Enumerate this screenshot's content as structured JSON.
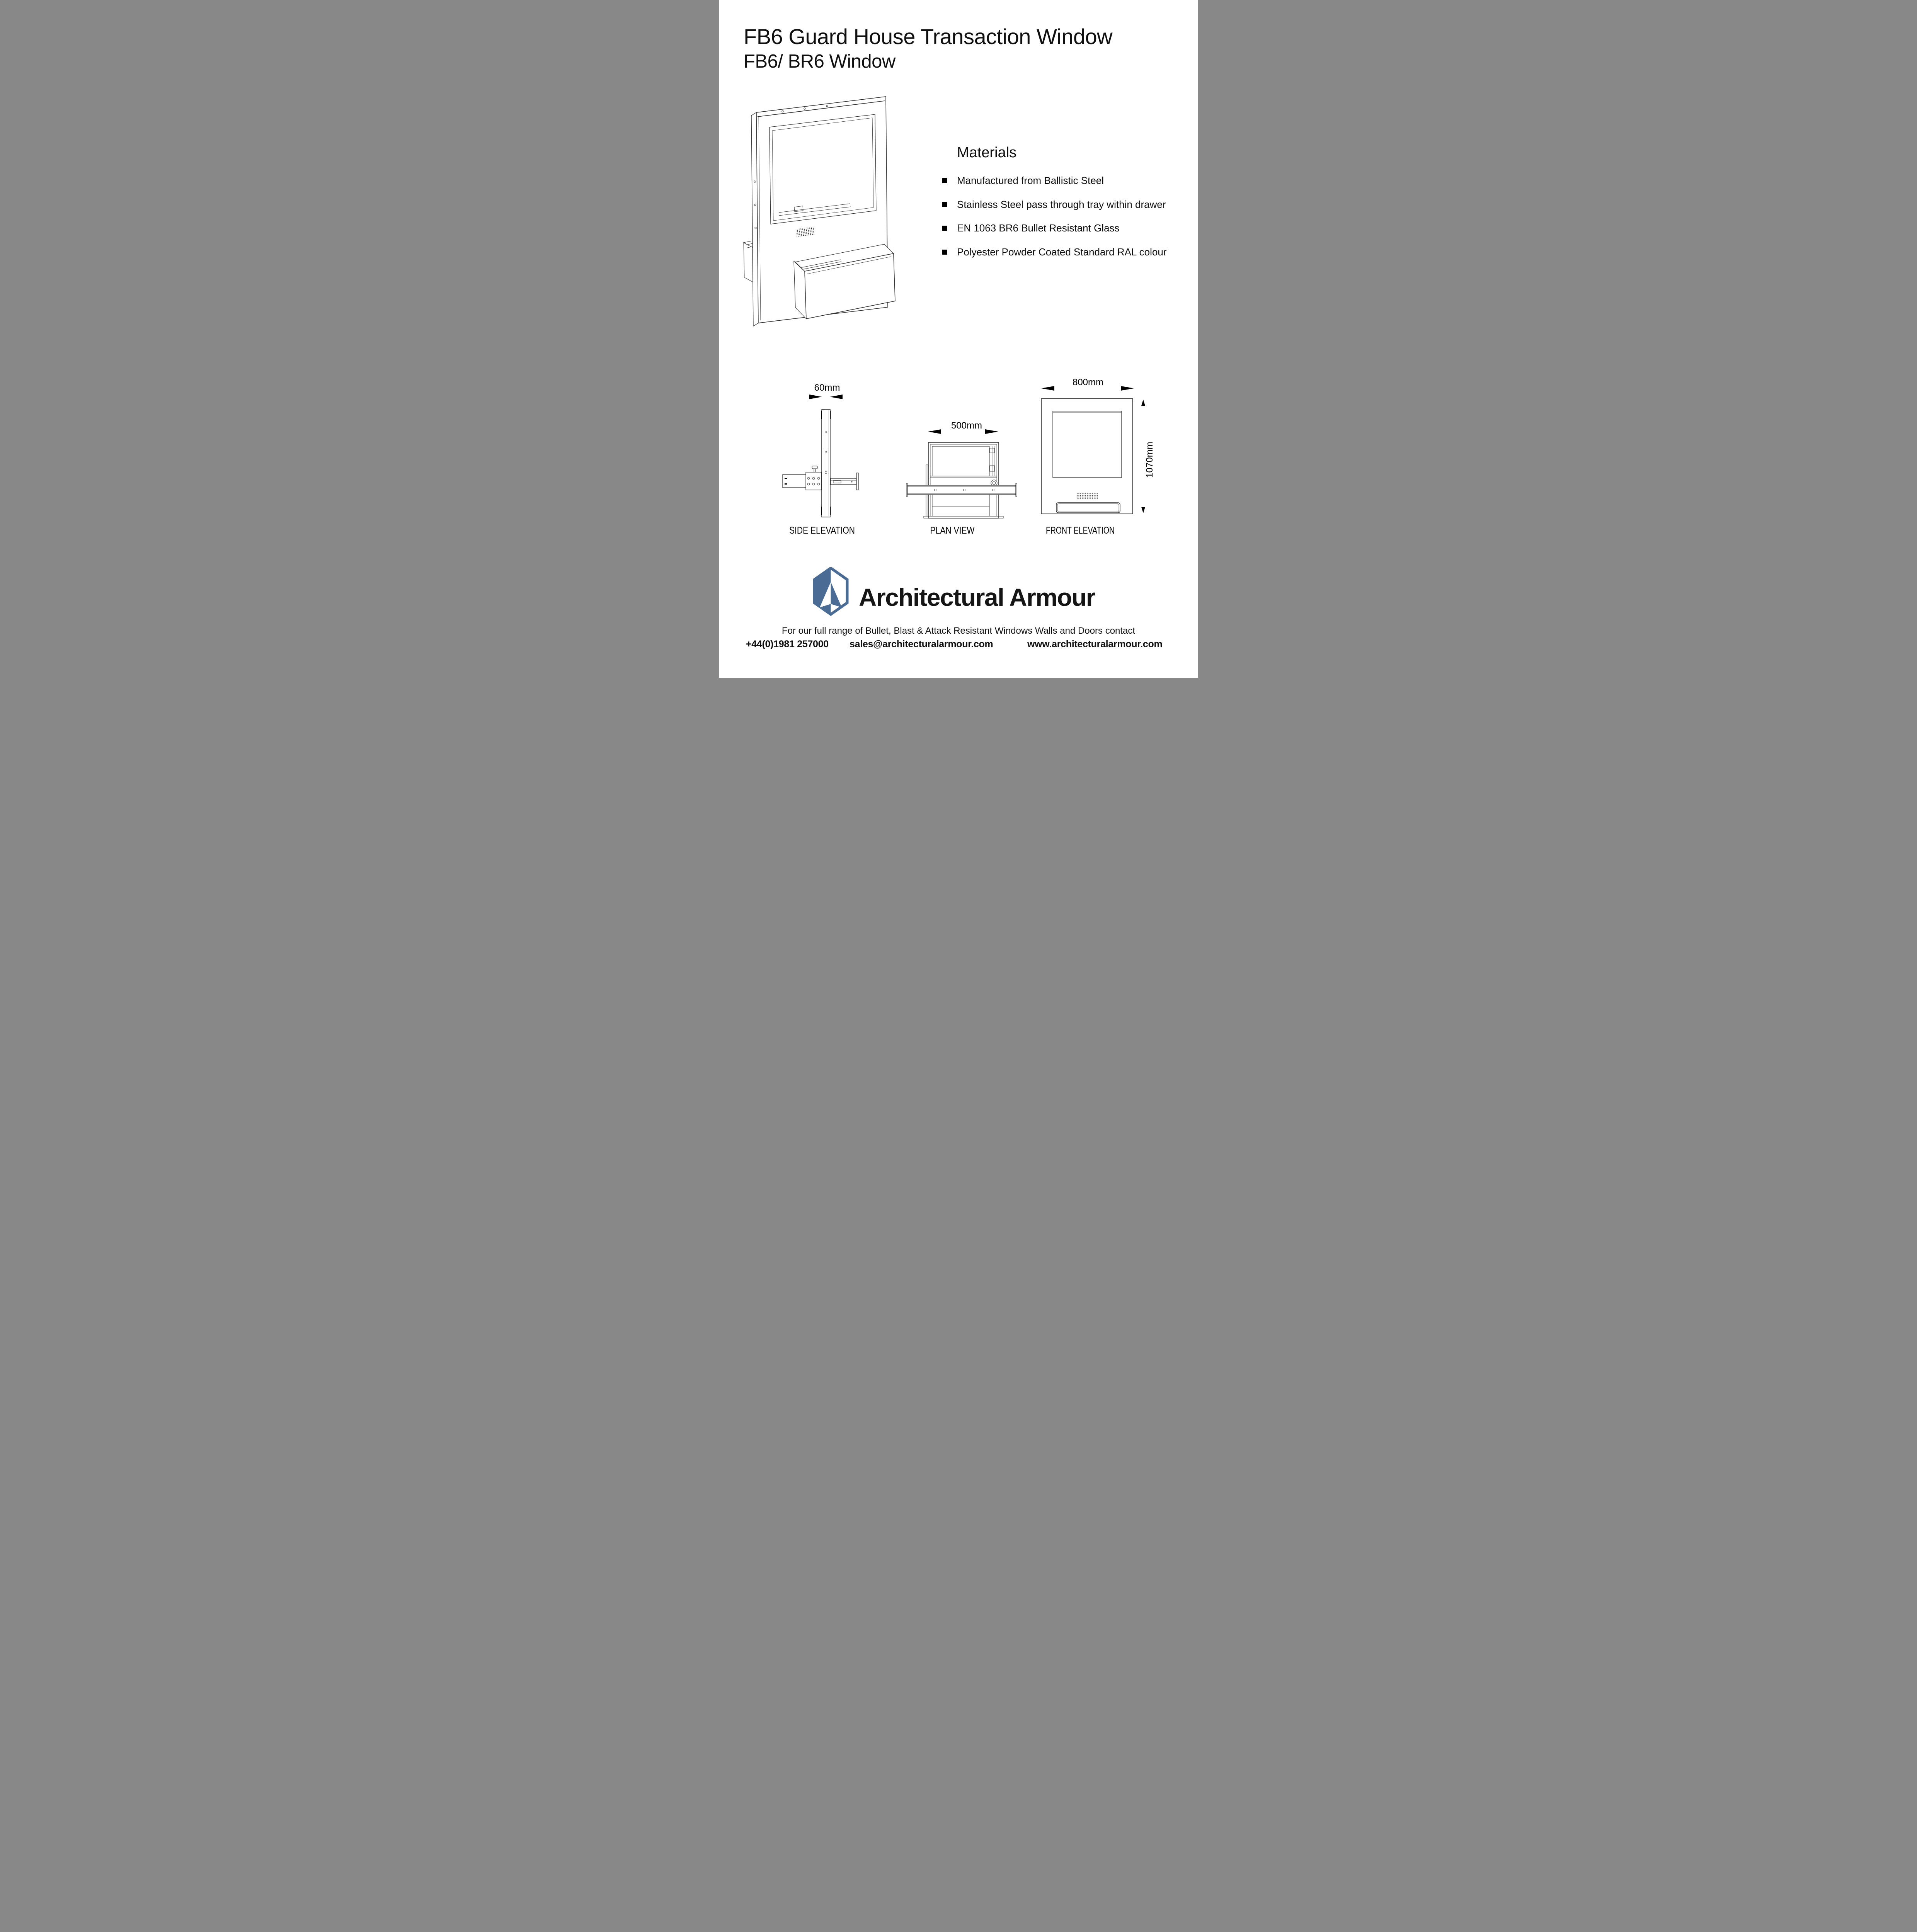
{
  "page": {
    "title": "FB6 Guard House Transaction Window",
    "subtitle": "FB6/ BR6 Window"
  },
  "materials": {
    "heading": "Materials",
    "items": [
      "Manufactured from Ballistic Steel",
      "Stainless Steel pass through tray within drawer",
      "EN 1063 BR6 Bullet Resistant Glass",
      "Polyester Powder Coated Standard RAL colour"
    ]
  },
  "views": {
    "side": {
      "label": "SIDE ELEVATION",
      "width_dim": "60mm"
    },
    "plan": {
      "label": "PLAN VIEW",
      "width_dim": "500mm"
    },
    "front": {
      "label": "FRONT ELEVATION",
      "width_dim": "800mm",
      "height_dim": "1070mm"
    }
  },
  "footer": {
    "brand": "Architectural Armour",
    "tagline": "For our full range of Bullet, Blast & Attack Resistant Windows Walls and Doors contact",
    "phone": "+44(0)1981 257000",
    "email": "sales@architecturalarmour.com",
    "website": "www.architecturalarmour.com"
  },
  "colors": {
    "logo_blue": "#4a6c94",
    "ink": "#111111"
  }
}
